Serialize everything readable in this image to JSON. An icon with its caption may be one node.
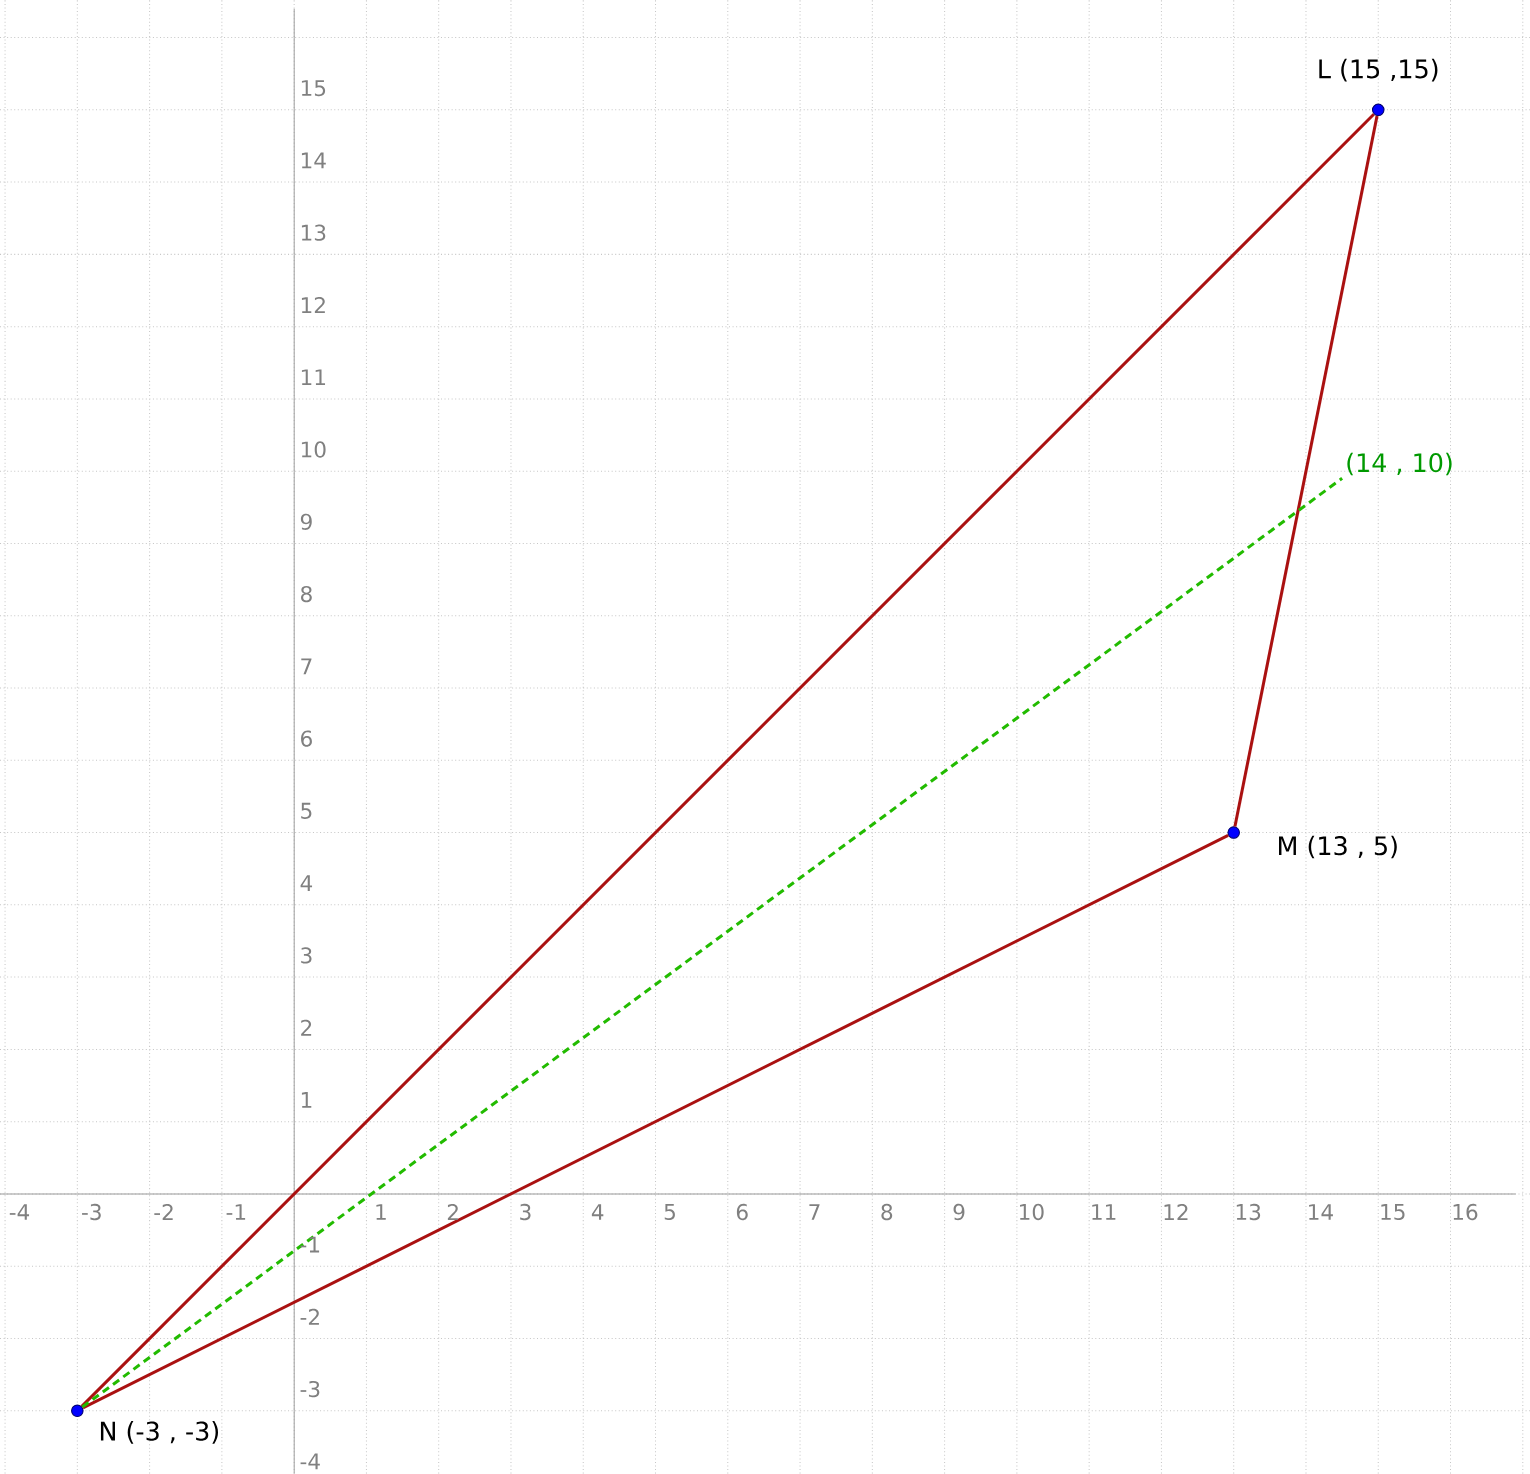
{
  "diagram": {
    "nodes": [
      {
        "text": [],
        "shape": "circle",
        "beside": [
          "L (15 ,15)"
        ]
      },
      {
        "text": [],
        "shape": "circle",
        "beside": [
          "M (13 , 5)"
        ]
      },
      {
        "text": [],
        "shape": "circle",
        "beside": [
          "N (-3 , -3)"
        ]
      },
      {
        "text": [
          "(14 , 10)"
        ]
      }
    ],
    "edges": [
      {
        "from": 0,
        "to": 1,
        "arrow": "none"
      },
      {
        "from": 1,
        "to": 2,
        "arrow": "none"
      },
      {
        "from": 2,
        "to": 0,
        "arrow": "none"
      },
      {
        "from": 2,
        "to": 3,
        "arrow": "none",
        "style": "dashed",
        "color": "#22bb00"
      }
    ],
    "labels": [
      "-4",
      "-3",
      "-2",
      "-1",
      "1",
      "2",
      "3",
      "4",
      "5",
      "6",
      "7",
      "8",
      "9",
      "10",
      "11",
      "12",
      "13",
      "14",
      "15",
      "16",
      "15",
      "14",
      "13",
      "12",
      "11",
      "10",
      "9",
      "8",
      "7",
      "6",
      "5",
      "4",
      "3",
      "2",
      "1",
      "-1",
      "-2",
      "-3",
      "-4"
    ]
  }
}
